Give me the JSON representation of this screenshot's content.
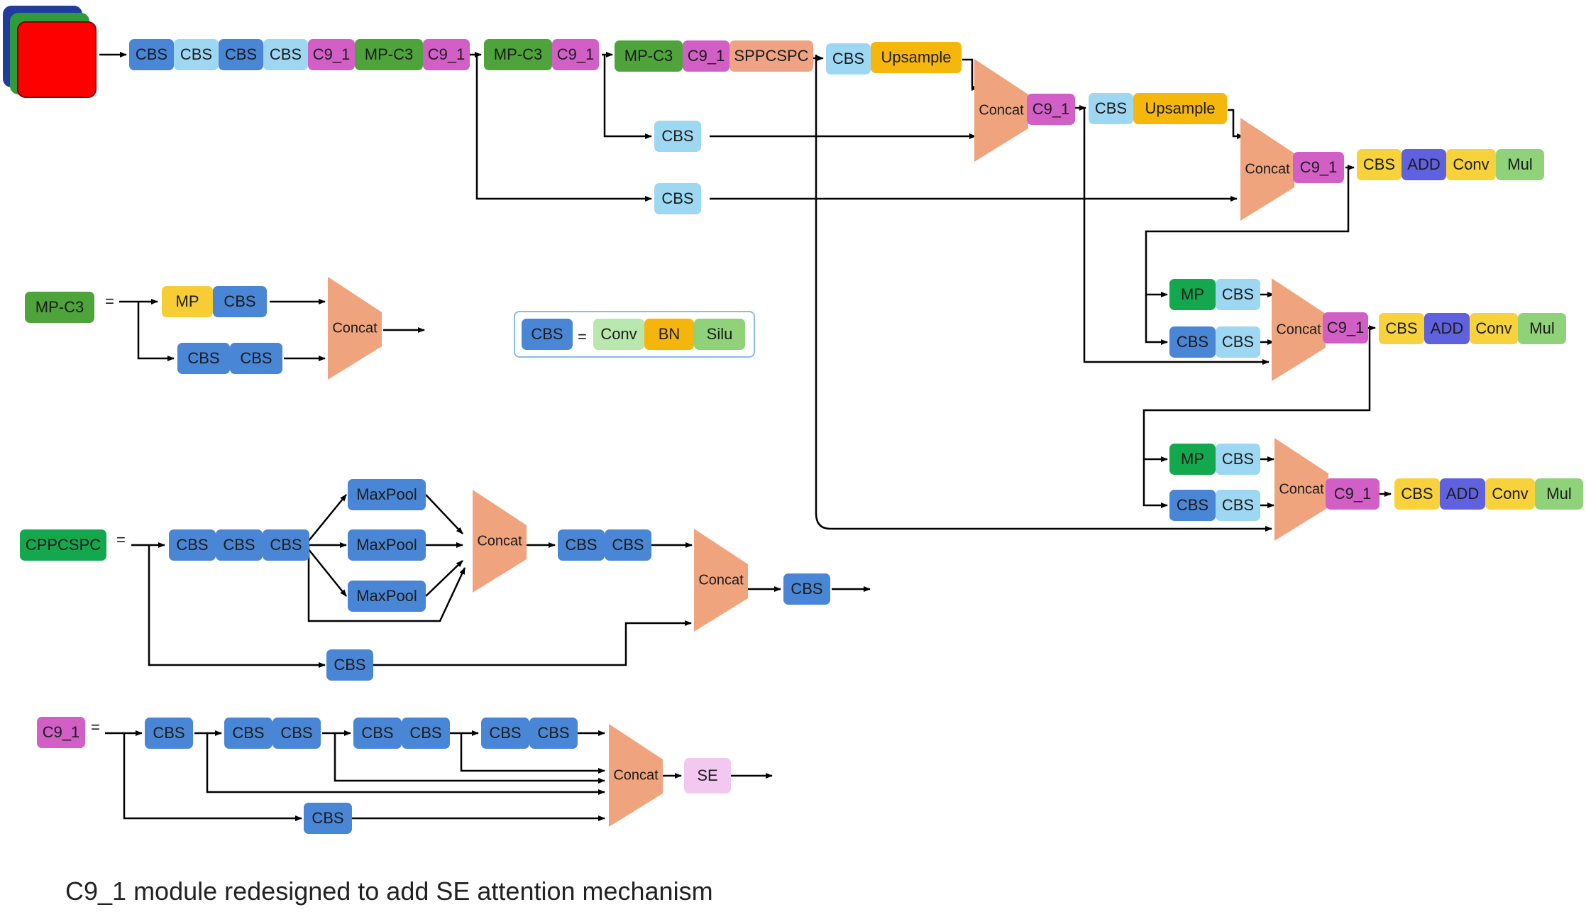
{
  "labels": {
    "cbs": "CBS",
    "c9_1": "C9_1",
    "mp_c3": "MP-C3",
    "sppcspc": "SPPCSPC",
    "cppcspc": "CPPCSPC",
    "upsample": "Upsample",
    "concat": "Concat",
    "add": "ADD",
    "conv": "Conv",
    "mul": "Mul",
    "mp": "MP",
    "maxpool": "MaxPool",
    "bn": "BN",
    "silu": "Silu",
    "se": "SE",
    "equals": "="
  },
  "colors": {
    "cbs_dark": "#4a86d6",
    "cbs_light": "#9dd7f2",
    "c9_1": "#d25fc6",
    "mp_c3": "#4ea43a",
    "sppcspc": "#f0a384",
    "upsample": "#f6b70d",
    "head_cbs_conv": "#f7d23a",
    "add": "#6061df",
    "mul": "#8fd279",
    "mp_green": "#13a84d",
    "concat": "#f0a47e",
    "se": "#f2c8f0",
    "input_red": "#ff0000",
    "input_green": "#2e9c3a",
    "input_blue": "#1f3c9e"
  },
  "caption": "C9_1 module redesigned to add SE attention mechanism"
}
